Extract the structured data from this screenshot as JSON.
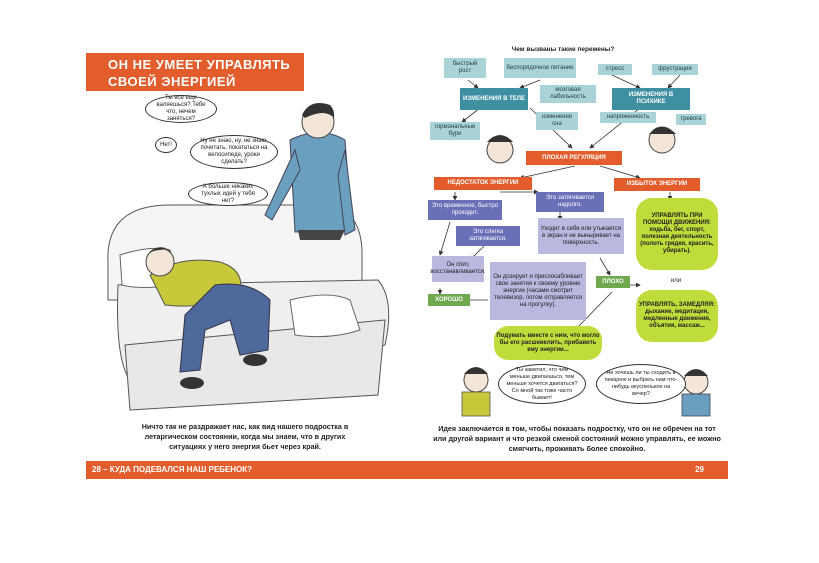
{
  "left_page": {
    "title_line1": "ОН НЕ УМЕЕТ УПРАВЛЯТЬ",
    "title_line2": "СВОЕЙ ЭНЕРГИЕЙ",
    "bubbles": [
      "Ты все еще валяешься? Тебе что, нечем заняться?",
      "Нет!",
      "Ну не знаю, ну, не знаю, почитать, покататься на велосипеде, уроки сделать?",
      "А больше никаких тухлых идей у тебя нет?"
    ],
    "caption": "Ничто так не раздражает нас, как вид нашего подростка в летаргическом состоянии, когда мы знаем, что в других ситуациях у него энергия бьет через край."
  },
  "right_page": {
    "heading": "Чем вызваны такие перемены?",
    "labels": {
      "fast_growth": "быстрый рост",
      "disorderly_eating": "беспорядочное питание",
      "stress": "стресс",
      "frustration": "фрустрация",
      "body_changes": "ИЗМЕНЕНИЯ В ТЕЛЕ",
      "brain_lability": "мозговая лабильность",
      "psyche_changes": "ИЗМЕНЕНИЯ В ПСИХИКЕ",
      "hormonal_storms": "гормональные бури",
      "sleep_changes": "изменения сна",
      "tension": "напряженность",
      "anxiety": "тревога",
      "poor_regulation": "ПЛОХАЯ РЕГУЛЯЦИЯ",
      "energy_lack": "НЕДОСТАТОК ЭНЕРГИИ",
      "energy_excess": "ИЗБЫТОК ЭНЕРГИИ",
      "temporary": "Это временное, быстро проходит.",
      "dragging_on": "Это затягивается надолго.",
      "drags_slightly": "Это слегка затягивается.",
      "withdraws": "Уходит в себя или утыкается в экран и не выныривает на поверхность.",
      "he_sleeps": "Он спит, восстанавливается.",
      "he_doses": "Он дозирует и приспосабливает свои занятия к своему уровню энергии (часами смотрит телевизор, потом отправляется на прогулку).",
      "good": "ХОРОШО",
      "bad": "ПЛОХО",
      "manage_movement": "УПРАВЛЯТЬ ПРИ ПОМОЩИ ДВИЖЕНИЯ: ходьба, бег, спорт, полезная деятельность (полоть грядки, красить, убирать).",
      "or": "или",
      "manage_slowing": "УПРАВЛЯТЬ, ЗАМЕДЛЯЯ: дыхание, медитация, медленные движения, объятия, массаж...",
      "think_together": "Подумать вместе с ним, что могло бы его расшевелить, прибавить ему энергии..."
    },
    "bubbles": [
      "Ты заметил, что чем меньше двигаешься, тем меньше хочется двигаться? Со мной так тоже часто бывает!",
      "Не хочешь ли ты сходить в пекарню и выбрать нам что-нибудь вкусненькое на вечер?"
    ],
    "caption": "Идея заключается в том, чтобы показать подростку, что он не обречен на тот или другой вариант и что резкой сменой состояний можно управлять, ее можно смягчить, проживать более спокойно."
  },
  "footer": {
    "left_text": "28 – КУДА ПОДЕВАЛСЯ НАШ РЕБЕНОК?",
    "right_text": "29"
  },
  "colors": {
    "accent_orange": "#e25c2c",
    "teal": "#a9d3d7",
    "teal_dark": "#3f8fa3",
    "purple": "#6b6fb7",
    "lavender": "#b9b8df",
    "lime": "#bedc3a",
    "green": "#6fa84f"
  }
}
